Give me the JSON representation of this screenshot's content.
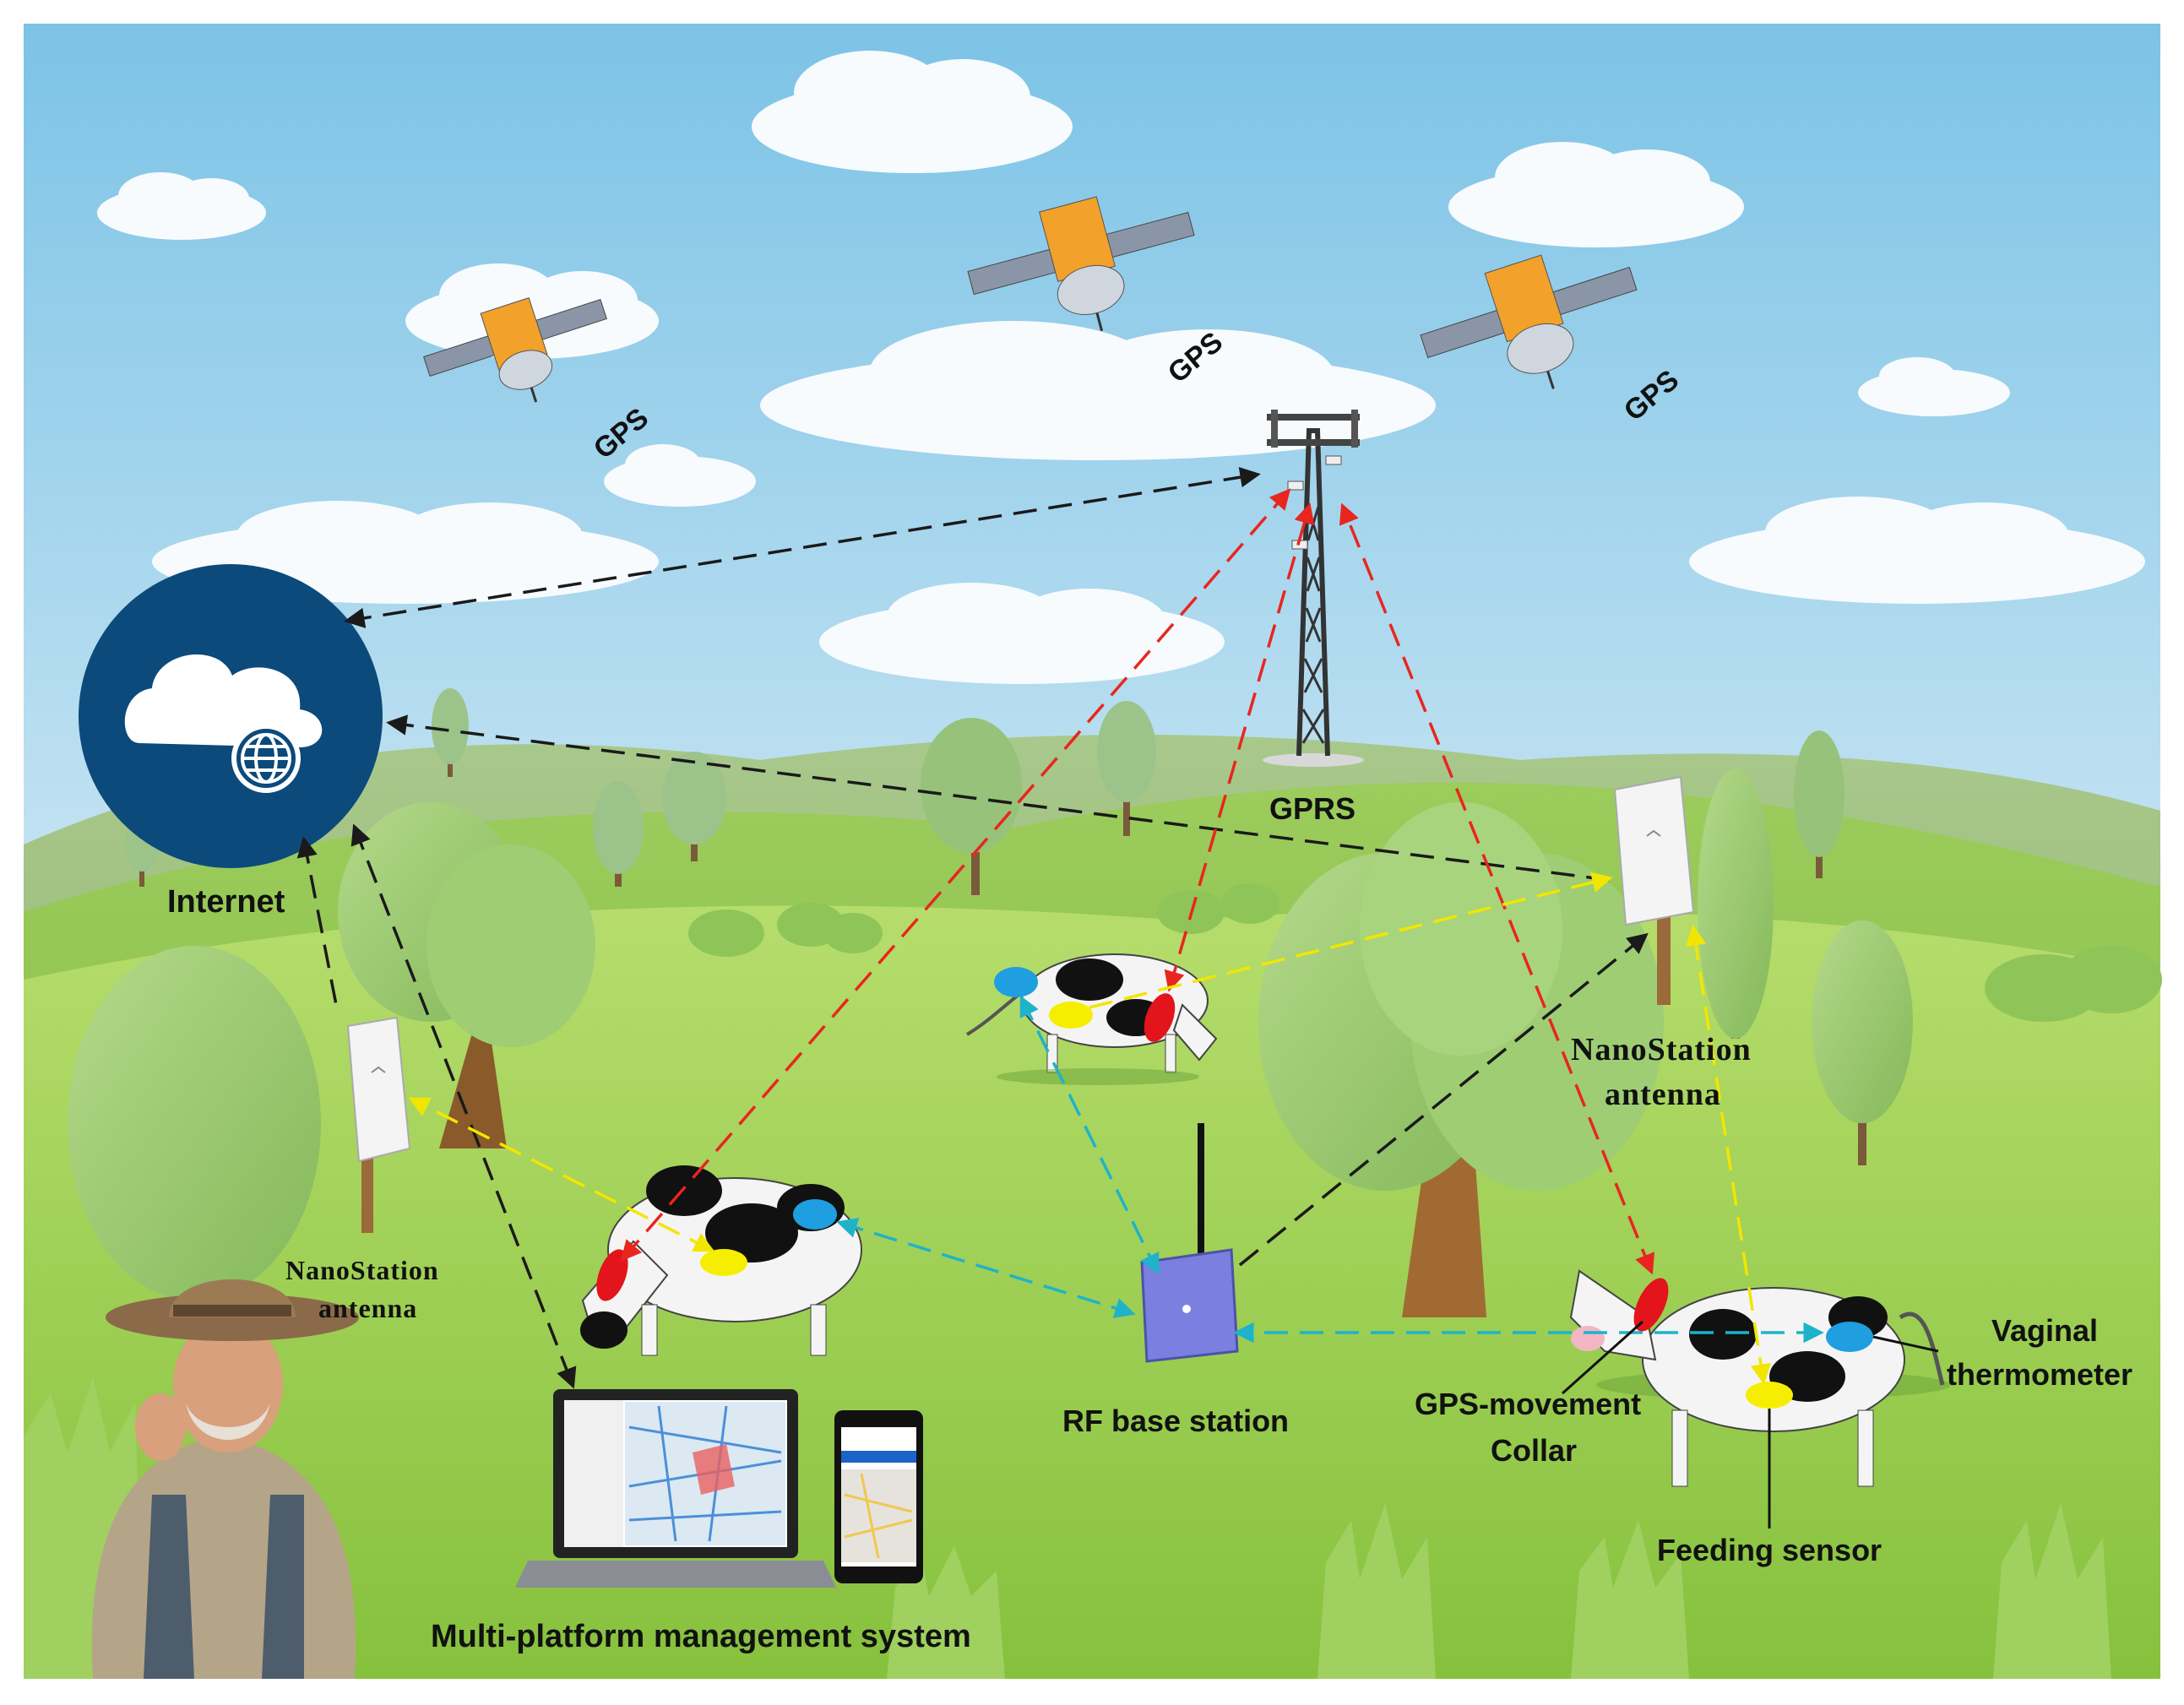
{
  "labels": {
    "gps_1": "GPS",
    "gps_2": "GPS",
    "gps_3": "GPS",
    "gprs": "GPRS",
    "internet": "Internet",
    "nanostation_left_line1": "NanoStation",
    "nanostation_left_line2": "antenna",
    "nanostation_right_line1": "NanoStation",
    "nanostation_right_line2": "antenna",
    "rf_base_station": "RF base station",
    "collar_line1": "GPS-movement",
    "collar_line2": "Collar",
    "vaginal_line1": "Vaginal",
    "vaginal_line2": "thermometer",
    "feeding_sensor": "Feeding sensor",
    "management_system": "Multi-platform management system"
  },
  "colors": {
    "sky_top": "#8ecae6",
    "sky_bottom": "#e8f4fa",
    "grass_light": "#a8d36b",
    "grass_dark": "#6fae3c",
    "internet_circle": "#0c4a7c",
    "link_black": "#1a1a1a",
    "link_red": "#e8261f",
    "link_yellow": "#f2e600",
    "link_cyan": "#1eb3c9",
    "sensor_red": "#e3141b",
    "sensor_blue": "#1f9ee0",
    "sensor_yellow": "#f6ee00",
    "base_station": "#7a7fe0"
  }
}
